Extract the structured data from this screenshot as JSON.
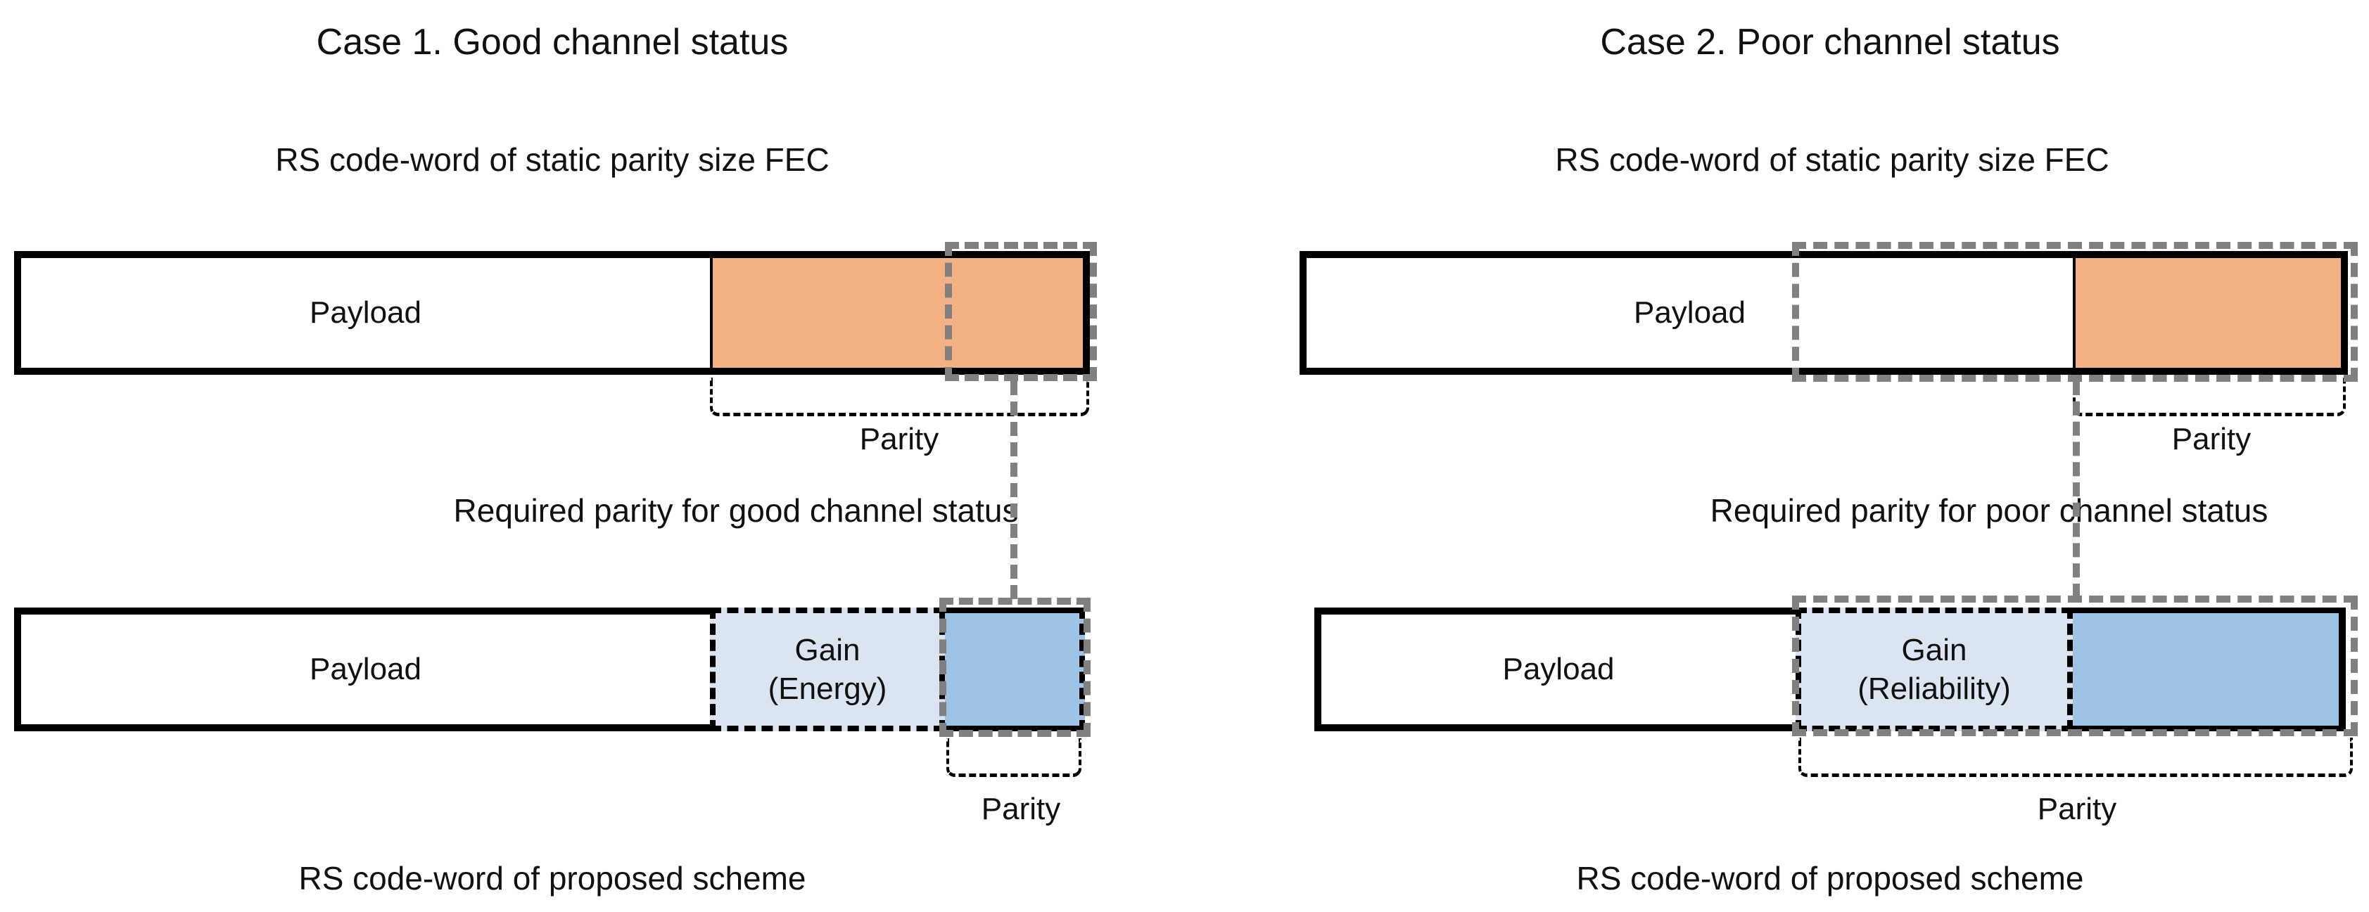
{
  "colors": {
    "orange": "#f4b183",
    "light_blue": "#dbe5f1",
    "blue": "#9dc3e6",
    "gray": "#808080",
    "black": "#000000"
  },
  "cases": [
    {
      "title": "Case 1. Good channel status",
      "top_caption": "RS code-word of static parity size FEC",
      "static_bar": {
        "payload_label": "Payload",
        "parity_label": "Parity"
      },
      "required_text": "Required parity for good channel status",
      "proposed_bar": {
        "payload_label": "Payload",
        "gain_line1": "Gain",
        "gain_line2": "(Energy)",
        "parity_label": "Parity"
      },
      "bottom_caption": "RS code-word of proposed scheme"
    },
    {
      "title": "Case 2. Poor channel status",
      "top_caption": "RS code-word of static parity size FEC",
      "static_bar": {
        "payload_label": "Payload",
        "parity_label": "Parity"
      },
      "required_text": "Required parity for poor channel status",
      "proposed_bar": {
        "payload_label": "Payload",
        "gain_line1": "Gain",
        "gain_line2": "(Reliability)",
        "parity_label": "Parity"
      },
      "bottom_caption": "RS code-word of proposed scheme"
    }
  ]
}
